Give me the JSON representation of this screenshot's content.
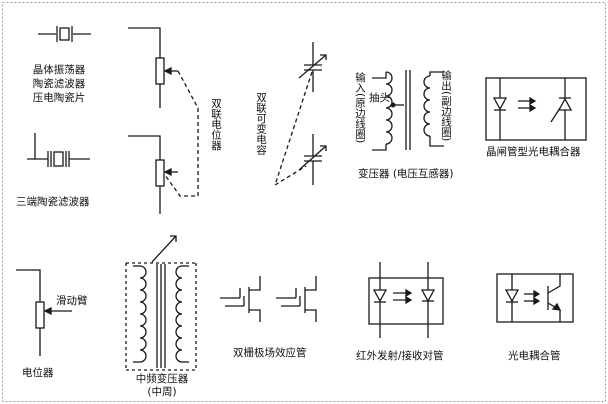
{
  "labels": {
    "crystal_lines": [
      "晶体振荡器",
      "陶瓷滤波器",
      "压电陶瓷片"
    ],
    "three_terminal": "三端陶瓷滤波器",
    "dual_pot": "双联电位器",
    "dual_cap": "双联可变电容",
    "transformer": {
      "caption": "变压器 (电压互感器)",
      "tap": "抽头",
      "input": "输入(原边线圈)",
      "output": "输出(副边线圈)"
    },
    "thyristor_coupler": "晶闸管型光电耦合器",
    "potentiometer": "电位器",
    "slider": "滑动臂",
    "if_transformer_lines": [
      "中频变压器",
      "(中周)"
    ],
    "dual_gate_fet": "双栅极场效应管",
    "ir_pair": "红外发射/接收对管",
    "photocoupler": "光电耦合管"
  },
  "colors": {
    "line": "#1a1a1a",
    "border": "#9a9a9a",
    "background": "#ffffff"
  }
}
